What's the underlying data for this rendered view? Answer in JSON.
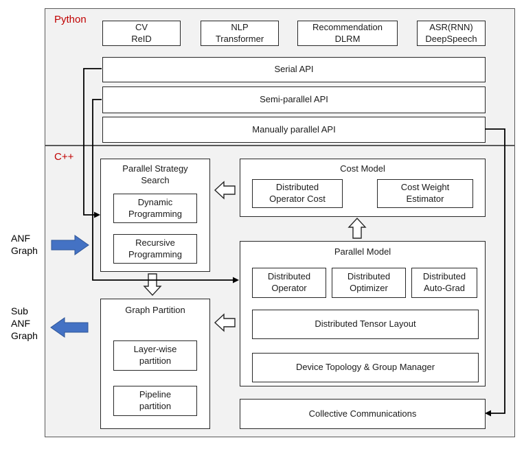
{
  "python_section": {
    "label": "Python",
    "apps": [
      "CV\nReID",
      "NLP\nTransformer",
      "Recommendation\nDLRM",
      "ASR(RNN)\nDeepSpeech"
    ],
    "apis": [
      "Serial API",
      "Semi-parallel API",
      "Manually parallel API"
    ]
  },
  "cpp_section": {
    "label": "C++",
    "parallel_strategy_search": {
      "title": "Parallel Strategy\nSearch",
      "items": [
        "Dynamic\nProgramming",
        "Recursive\nProgramming"
      ]
    },
    "cost_model": {
      "title": "Cost Model",
      "items": [
        "Distributed\nOperator Cost",
        "Cost Weight\nEstimator"
      ]
    },
    "parallel_model": {
      "title": "Parallel Model",
      "items": [
        "Distributed\nOperator",
        "Distributed\nOptimizer",
        "Distributed\nAuto-Grad"
      ],
      "wide_items": [
        "Distributed Tensor Layout",
        "Device Topology & Group Manager"
      ]
    },
    "graph_partition": {
      "title": "Graph Partition",
      "items": [
        "Layer-wise\npartition",
        "Pipeline\npartition"
      ]
    },
    "collective_communications": "Collective Communications"
  },
  "side": {
    "anf_graph": "ANF\nGraph",
    "sub_anf_graph": "Sub\nANF\nGraph"
  },
  "colors": {
    "section_label": "#C00000",
    "blue_arrow": "#4472C4",
    "blue_arrow_border": "#2E5597",
    "box_border": "#262626",
    "section_background": "#F2F2F2"
  }
}
